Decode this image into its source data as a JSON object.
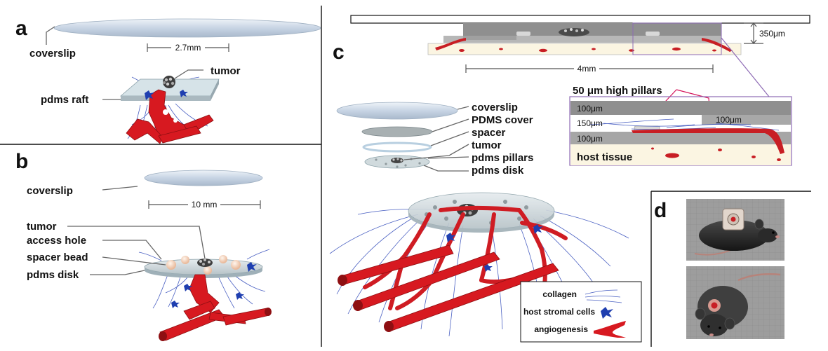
{
  "panels": {
    "a": {
      "letter": "a",
      "coverslip": "coverslip",
      "dimension": "2.7mm",
      "tumor": "tumor",
      "raft": "pdms raft"
    },
    "b": {
      "letter": "b",
      "coverslip": "coverslip",
      "dimension": "10 mm",
      "tumor": "tumor",
      "access_hole": "access hole",
      "spacer_bead": "spacer bead",
      "disk": "pdms disk"
    },
    "c": {
      "letter": "c",
      "height_dim": "350μm",
      "width_dim": "4mm",
      "pillars_label": "50 μm high pillars",
      "layer_top": "100μm",
      "layer_mid": "150μm",
      "layer_mid_right": "100μm",
      "layer_bottom": "100μm",
      "host_tissue": "host tissue",
      "stack_labels": [
        "coverslip",
        "PDMS cover",
        "spacer",
        "tumor",
        "pdms pillars",
        "pdms disk"
      ],
      "legend": {
        "collagen": "collagen",
        "stromal": "host stromal cells",
        "angiogenesis": "angiogenesis"
      }
    },
    "d": {
      "letter": "d"
    }
  },
  "colors": {
    "vessel": "#d71920",
    "collagen": "#2b45b8",
    "glass": "#c9d6e6",
    "tissue": "#fbf5e2",
    "pdms_gray": "#9a9a9a",
    "box_purple": "#8e6bb5"
  }
}
